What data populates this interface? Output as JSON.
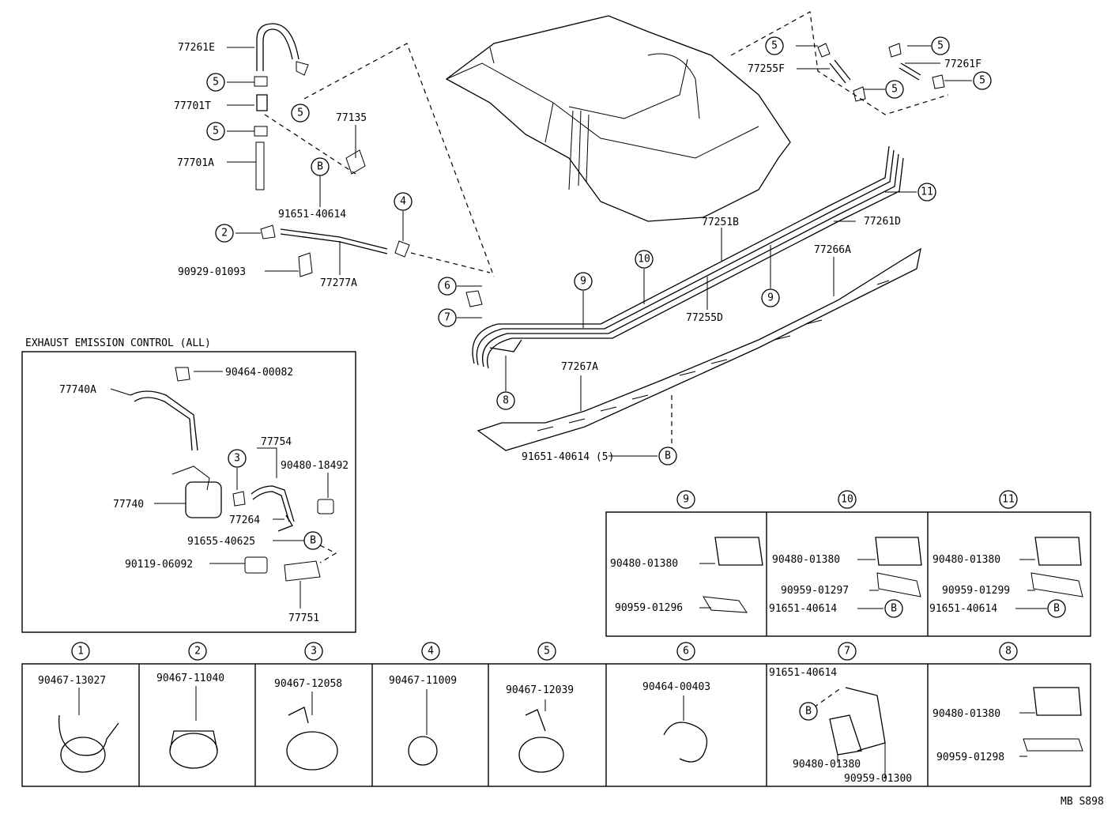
{
  "labels": {
    "p77261E": "77261E",
    "p77701T": "77701T",
    "p77701A": "77701A",
    "p77135": "77135",
    "p91651_40614_top": "91651-40614",
    "p90929_01093": "90929-01093",
    "p77277A": "77277A",
    "p77255F": "77255F",
    "p77261F": "77261F",
    "p77251B": "77251B",
    "p77261D": "77261D",
    "p77266A": "77266A",
    "p77255D": "77255D",
    "p77267A": "77267A",
    "p91651_40614_5": "91651-40614 (5)",
    "exhaust_title": "EXHAUST EMISSION CONTROL (ALL)",
    "p90464_00082": "90464-00082",
    "p77740A": "77740A",
    "p77754": "77754",
    "p90480_18492": "90480-18492",
    "p77740": "77740",
    "p77264": "77264",
    "p91655_40625": "91655-40625",
    "p90119_06092": "90119-06092",
    "p77751": "77751",
    "d9_a": "90480-01380",
    "d9_b": "90959-01296",
    "d10_a": "90480-01380",
    "d10_b": "90959-01297",
    "d10_c": "91651-40614",
    "d11_a": "90480-01380",
    "d11_b": "90959-01299",
    "d11_c": "91651-40614",
    "b1": "90467-13027",
    "b2": "90467-11040",
    "b3": "90467-12058",
    "b4": "90467-11009",
    "b5": "90467-12039",
    "b6": "90464-00403",
    "b7_a": "91651-40614",
    "b7_b": "90480-01380",
    "b7_c": "90959-01300",
    "b8_a": "90480-01380",
    "b8_b": "90959-01298",
    "footer": "MB S898"
  },
  "callouts": {
    "n1": "1",
    "n2": "2",
    "n3": "3",
    "n4": "4",
    "n5": "5",
    "n6": "6",
    "n7": "7",
    "n8": "8",
    "n9": "9",
    "n10": "10",
    "n11": "11",
    "B": "B"
  }
}
